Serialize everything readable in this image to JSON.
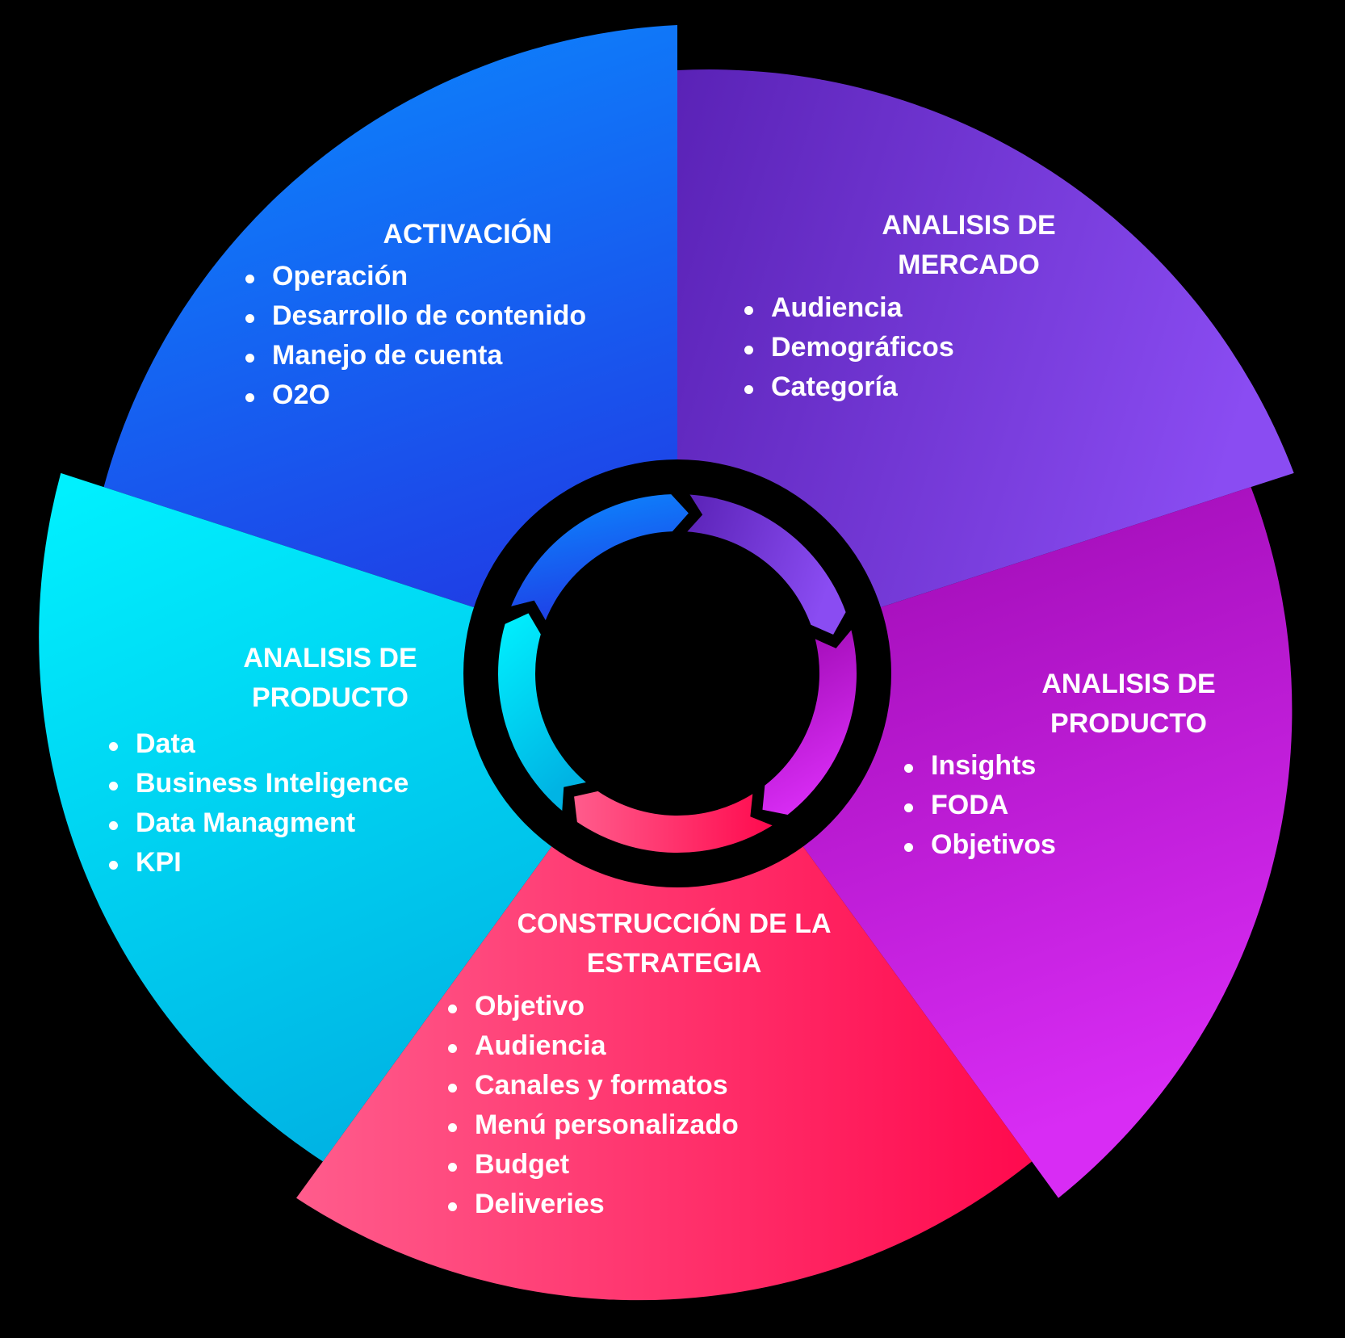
{
  "segments": [
    {
      "id": "activacion",
      "title": [
        "ACTIVACIÓN"
      ],
      "items": [
        "Operación",
        "Desarrollo de contenido",
        "Manejo de cuenta",
        "O2O"
      ],
      "colors": [
        "#0a8cff",
        "#1f3fe6"
      ]
    },
    {
      "id": "mercado",
      "title": [
        "ANALISIS DE",
        "MERCADO"
      ],
      "items": [
        "Audiencia",
        "Demográficos",
        "Categoría"
      ],
      "colors": [
        "#5a22b6",
        "#8a4cf2"
      ]
    },
    {
      "id": "producto-derecha",
      "title": [
        "ANALISIS DE",
        "PRODUCTO"
      ],
      "items": [
        "Insights",
        "FODA",
        "Objetivos"
      ],
      "colors": [
        "#9a08ae",
        "#d82cf4"
      ]
    },
    {
      "id": "estrategia",
      "title": [
        "CONSTRUCCIÓN DE LA",
        "ESTRATEGIA"
      ],
      "items": [
        "Objetivo",
        "Audiencia",
        "Canales y formatos",
        "Menú personalizado",
        "Budget",
        "Deliveries"
      ],
      "colors": [
        "#ff5c8c",
        "#ff0a4e"
      ]
    },
    {
      "id": "producto-izquierda",
      "title": [
        "ANALISIS DE",
        "PRODUCTO"
      ],
      "items": [
        "Data",
        "Business Inteligence",
        "Data Managment",
        "KPI"
      ],
      "colors": [
        "#00f2ff",
        "#00b4e4"
      ]
    }
  ]
}
